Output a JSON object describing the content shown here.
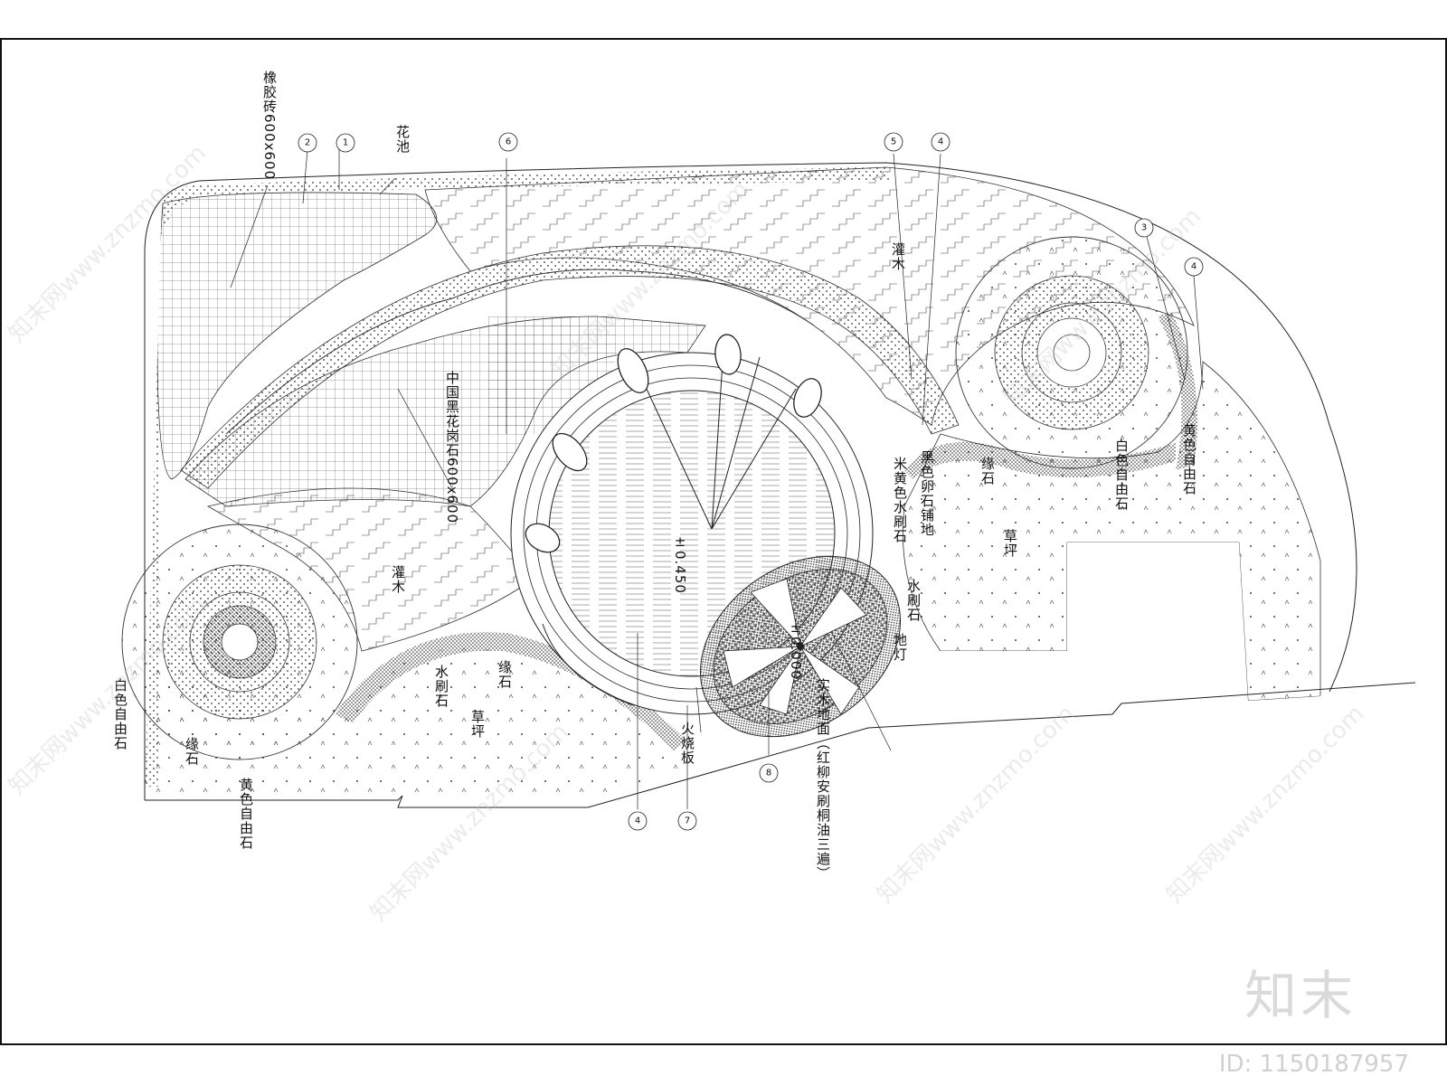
{
  "labels": {
    "rubber_tile": "橡胶砖600x600",
    "flower_pool": "花池",
    "granite": "中国黑花岗石600x600",
    "shrub_top": "灌木",
    "shrub_left": "灌木",
    "yellow_stone_right": "黄色自由石",
    "white_stone_right": "白色自由石",
    "curb_right": "缘石",
    "lawn_right": "草坪",
    "black_pebble": "黑色卵石铺地",
    "beige_wash": "米黄色水刷石",
    "wash_stone_right": "水刷石",
    "ground_light": "地灯",
    "wood_floor": "实木地面（红柳安刷桐油三遍）",
    "fire_board": "火烧板",
    "wash_stone_left": "水刷石",
    "curb_mid": "缘石",
    "lawn_mid": "草坪",
    "white_stone_left": "白色自由石",
    "curb_left": "缘石",
    "yellow_stone_left": "黄色自由石",
    "elevation_pool": "±0.450",
    "elevation_deck": "±0.000"
  },
  "callouts": [
    "2",
    "1",
    "6",
    "5",
    "4",
    "3",
    "4",
    "8",
    "4",
    "7"
  ],
  "watermark": {
    "text": "知末网www.znzmo.com",
    "brand": "知末",
    "id": "ID: 1150187957"
  }
}
